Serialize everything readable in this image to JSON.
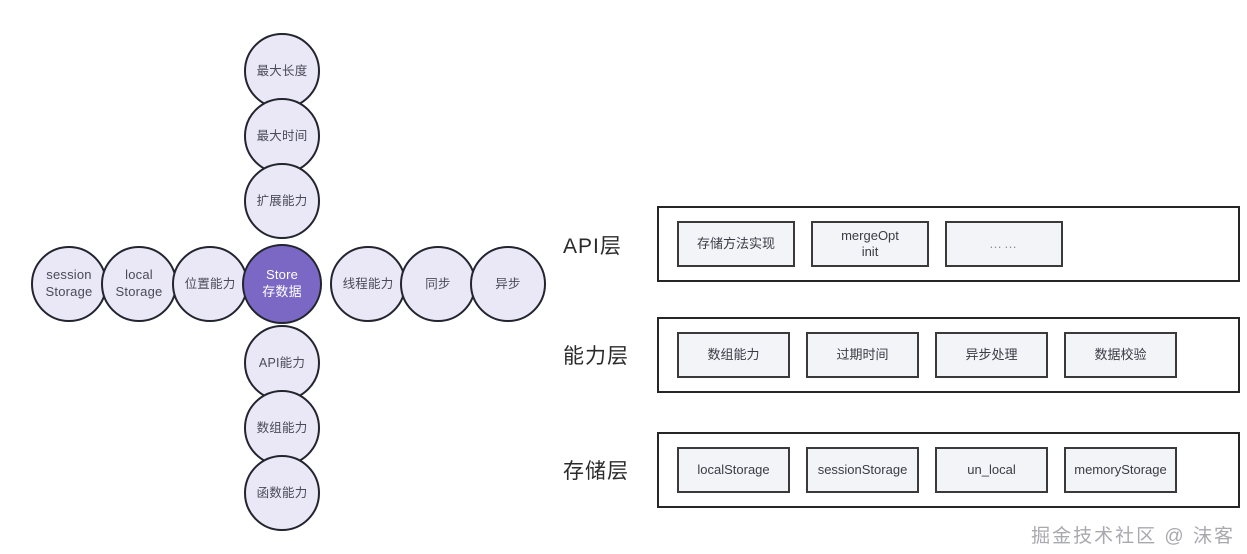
{
  "cluster": {
    "center": {
      "line1": "Store",
      "line2": "存数据",
      "color": "#7b68c4"
    },
    "up": [
      {
        "label": "扩展能力"
      },
      {
        "label": "最大时间"
      },
      {
        "label": "最大长度"
      }
    ],
    "down": [
      {
        "label": "API能力"
      },
      {
        "label": "数组能力"
      },
      {
        "label": "函数能力"
      }
    ],
    "left": [
      {
        "label": "位置能力"
      },
      {
        "line1": "local",
        "line2": "Storage"
      },
      {
        "line1": "session",
        "line2": "Storage"
      }
    ],
    "right": [
      {
        "label": "线程能力"
      },
      {
        "label": "同步"
      },
      {
        "label": "异步"
      }
    ],
    "node_fill": "#eae8f6",
    "node_stroke": "#22242e"
  },
  "layers": [
    {
      "label": "API层",
      "cells": [
        {
          "line1": "存储方法实现",
          "line2": ""
        },
        {
          "line1": "mergeOpt",
          "line2": "init"
        },
        {
          "line1": "……",
          "line2": ""
        }
      ]
    },
    {
      "label": "能力层",
      "cells": [
        {
          "line1": "数组能力",
          "line2": ""
        },
        {
          "line1": "过期时间",
          "line2": ""
        },
        {
          "line1": "异步处理",
          "line2": ""
        },
        {
          "line1": "数据校验",
          "line2": ""
        }
      ]
    },
    {
      "label": "存储层",
      "cells": [
        {
          "line1": "localStorage",
          "line2": ""
        },
        {
          "line1": "sessionStorage",
          "line2": ""
        },
        {
          "line1": "un_local",
          "line2": ""
        },
        {
          "line1": "memoryStorage",
          "line2": ""
        }
      ]
    }
  ],
  "watermark": "掘金技术社区 @ 沫客"
}
